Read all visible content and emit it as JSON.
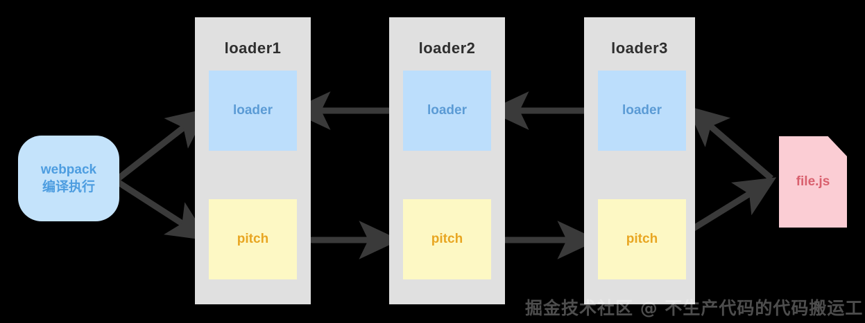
{
  "diagram": {
    "title": "webpack loader pitch flow",
    "background_color": "#000000",
    "panel_color": "#e0e0e0",
    "panels": [
      {
        "title": "loader1",
        "loader_label": "loader",
        "pitch_label": "pitch"
      },
      {
        "title": "loader2",
        "loader_label": "loader",
        "pitch_label": "pitch"
      },
      {
        "title": "loader3",
        "loader_label": "loader",
        "pitch_label": "pitch"
      }
    ],
    "source_node": {
      "line1": "webpack",
      "line2": "编译执行",
      "fill": "#c4e3fb",
      "text_color": "#4d9de0"
    },
    "target_node": {
      "label": "file.js",
      "fill": "#fbcdd4",
      "text_color": "#d9606e"
    },
    "colors": {
      "loader_fill": "#bcdefc",
      "loader_text": "#5b9bd5",
      "pitch_fill": "#fdf8c4",
      "pitch_text": "#e8a622",
      "arrow": "#3a3a3a",
      "panel_title": "#2e2e2e"
    },
    "arrows": [
      {
        "name": "webpack-to-loader1-loader",
        "direction": "up-right"
      },
      {
        "name": "webpack-to-loader1-pitch",
        "direction": "down-right"
      },
      {
        "name": "loader1-pitch-to-loader2-pitch",
        "direction": "right"
      },
      {
        "name": "loader2-pitch-to-loader3-pitch",
        "direction": "right"
      },
      {
        "name": "loader3-pitch-to-filejs",
        "direction": "up-right"
      },
      {
        "name": "filejs-to-loader3-loader",
        "direction": "up-left"
      },
      {
        "name": "loader3-loader-to-loader2-loader",
        "direction": "left"
      },
      {
        "name": "loader2-loader-to-loader1-loader",
        "direction": "left"
      }
    ]
  },
  "watermark": {
    "text": "掘金技术社区 @ 不生产代码的代码搬运工"
  }
}
